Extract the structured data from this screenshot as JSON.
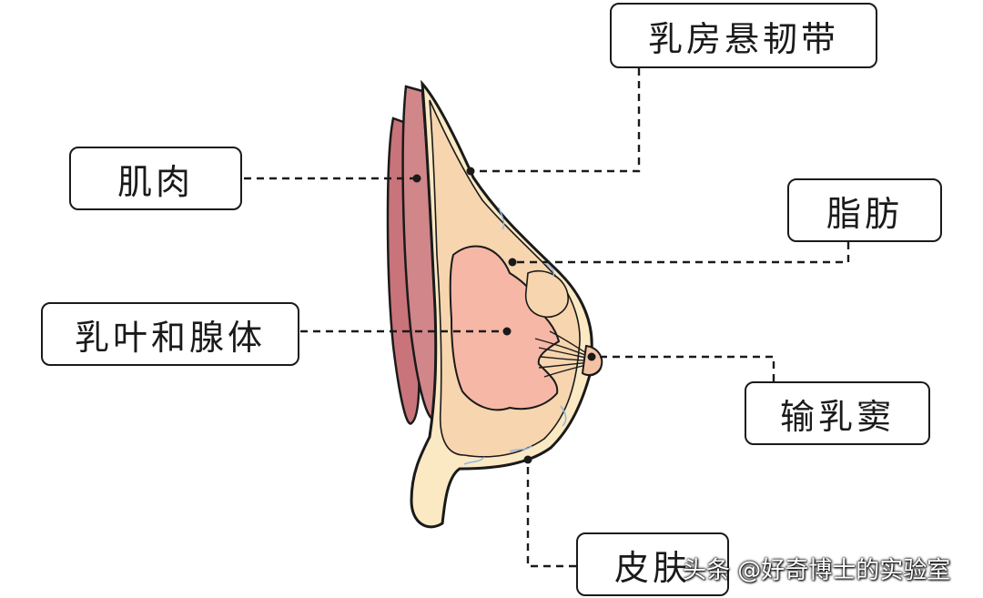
{
  "labels": {
    "suspensory_ligament": "乳房悬韧带",
    "muscle": "肌肉",
    "fat": "脂肪",
    "lobes_and_glands": "乳叶和腺体",
    "lactiferous_sinus": "输乳窦",
    "skin": "皮肤"
  },
  "watermark": "头条 @好奇博士的实验室",
  "colors": {
    "muscle": "#d1868a",
    "muscle_dark": "#c9747a",
    "fat": "#f7d5ae",
    "gland": "#f6b7a6",
    "skin_outline": "#1a1a1a",
    "skin_highlight": "#fbe9c4",
    "vessel": "#8fb6e0",
    "nipple": "#f3c2a4"
  }
}
